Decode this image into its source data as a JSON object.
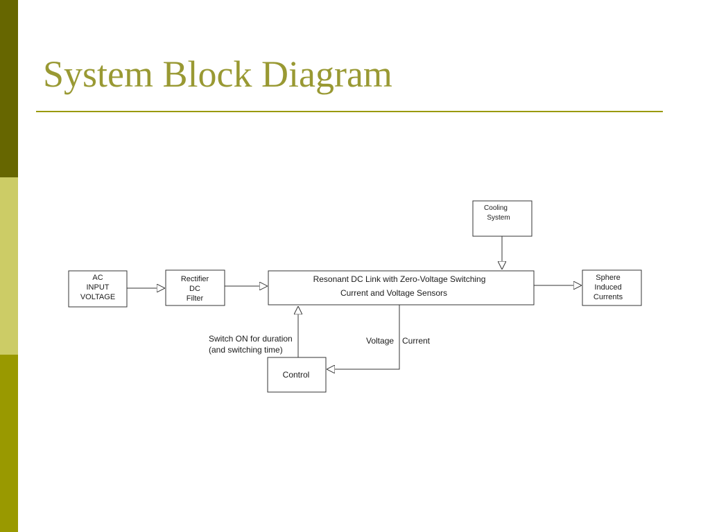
{
  "slide": {
    "title": "System Block Diagram"
  },
  "theme": {
    "bar_top": "#666600",
    "bar_mid": "#cccc66",
    "bar_bot": "#999900",
    "title_color": "#999933",
    "rule_color": "#999900",
    "diagram_line": "#333333"
  },
  "diagram": {
    "ac_input": [
      "AC",
      "INPUT",
      "VOLTAGE"
    ],
    "rectifier": [
      "Rectifier",
      "DC",
      "Filter"
    ],
    "resonant_link": [
      "Resonant DC Link with Zero-Voltage Switching",
      "Current and Voltage Sensors"
    ],
    "cooling": [
      "Cooling",
      "System"
    ],
    "sphere": [
      "Sphere",
      "Induced",
      "Currents"
    ],
    "control": "Control",
    "switch_label": [
      "Switch ON for duration",
      "(and switching time)"
    ],
    "voltage_label": "Voltage",
    "current_label": "Current"
  }
}
